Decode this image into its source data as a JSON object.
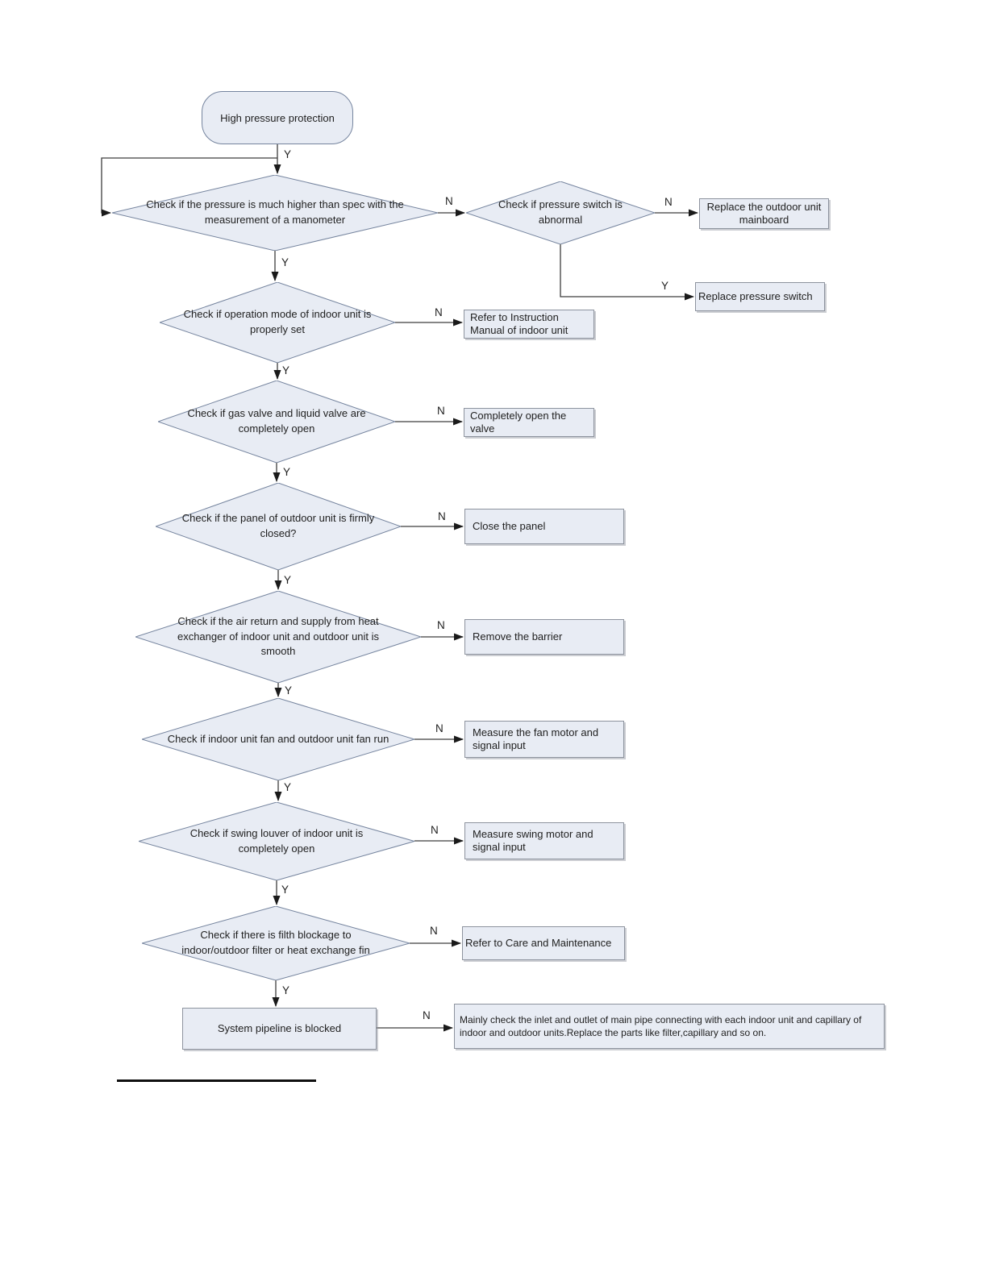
{
  "flowchart": {
    "nodes": {
      "start": "High pressure protection",
      "check_pressure_vs_spec": "Check if the pressure is much higher than spec with the measurement of a manometer",
      "check_pressure_switch": "Check if pressure switch is abnormal",
      "replace_outdoor_mainboard": "Replace the outdoor unit mainboard",
      "replace_pressure_switch": "Replace pressure switch",
      "check_operation_mode": "Check if operation mode of indoor unit is properly set",
      "refer_instruction_manual": "Refer to Instruction Manual of indoor unit",
      "check_valves_open": "Check if gas valve and liquid valve are completely open",
      "open_valve": "Completely open the valve",
      "check_panel_closed": "Check if the panel of outdoor unit is firmly closed?",
      "close_panel": "Close the panel",
      "check_air_return": "Check if the air return and supply from heat exchanger of indoor unit and outdoor unit is smooth",
      "remove_barrier": "Remove the barrier",
      "check_fans_run": "Check if indoor unit fan and outdoor unit fan run",
      "measure_fan_motor": "Measure the fan motor and signal input",
      "check_swing_louver": "Check if swing louver of indoor unit is completely open",
      "measure_swing_motor": "Measure swing motor and signal input",
      "check_filth_blockage": "Check if there is filth blockage to indoor/outdoor filter or heat exchange fin",
      "refer_care_maintenance": "Refer to Care and Maintenance",
      "system_pipeline_blocked": "System pipeline is blocked",
      "check_main_pipe": "Mainly check the inlet and outlet of main pipe connecting with each indoor unit and capillary of indoor and outdoor units.Replace the parts like filter,capillary and so on."
    },
    "edge_labels": {
      "yes": "Y",
      "no": "N"
    }
  },
  "colors": {
    "node_fill": "#e8ecf4",
    "shape_border": "#75849e",
    "rect_border": "#8d939e",
    "line": "#3d3d3d",
    "text": "#212121",
    "page_bg": "#ffffff"
  }
}
